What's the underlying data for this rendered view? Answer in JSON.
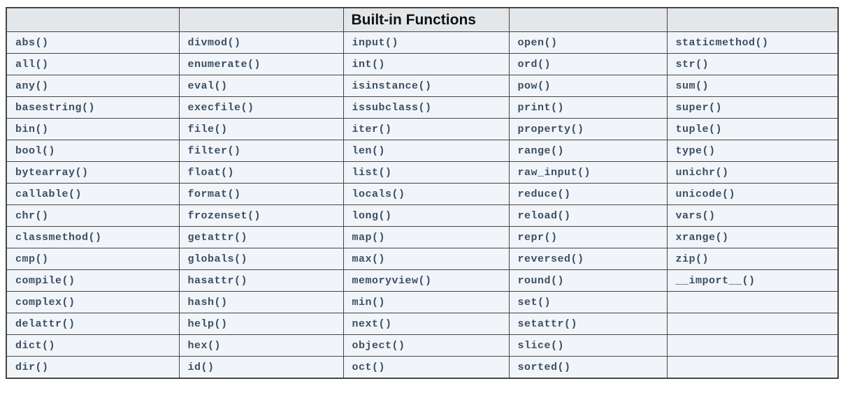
{
  "table": {
    "title": "Built-in Functions",
    "columns": 5,
    "rows": [
      [
        "abs()",
        "divmod()",
        "input()",
        "open()",
        "staticmethod()"
      ],
      [
        "all()",
        "enumerate()",
        "int()",
        "ord()",
        "str()"
      ],
      [
        "any()",
        "eval()",
        "isinstance()",
        "pow()",
        "sum()"
      ],
      [
        "basestring()",
        "execfile()",
        "issubclass()",
        "print()",
        "super()"
      ],
      [
        "bin()",
        "file()",
        "iter()",
        "property()",
        "tuple()"
      ],
      [
        "bool()",
        "filter()",
        "len()",
        "range()",
        "type()"
      ],
      [
        "bytearray()",
        "float()",
        "list()",
        "raw_input()",
        "unichr()"
      ],
      [
        "callable()",
        "format()",
        "locals()",
        "reduce()",
        "unicode()"
      ],
      [
        "chr()",
        "frozenset()",
        "long()",
        "reload()",
        "vars()"
      ],
      [
        "classmethod()",
        "getattr()",
        "map()",
        "repr()",
        "xrange()"
      ],
      [
        "cmp()",
        "globals()",
        "max()",
        "reversed()",
        "zip()"
      ],
      [
        "compile()",
        "hasattr()",
        "memoryview()",
        "round()",
        "__import__()"
      ],
      [
        "complex()",
        "hash()",
        "min()",
        "set()",
        ""
      ],
      [
        "delattr()",
        "help()",
        "next()",
        "setattr()",
        ""
      ],
      [
        "dict()",
        "hex()",
        "object()",
        "slice()",
        ""
      ],
      [
        "dir()",
        "id()",
        "oct()",
        "sorted()",
        ""
      ]
    ],
    "colors": {
      "page-bg": "#ffffff",
      "header-bg": "#e4e7ea",
      "cell-bg": "#f1f5f9",
      "function-text": "#3d4e63",
      "title-text": "#111111",
      "border": "#454545"
    }
  }
}
